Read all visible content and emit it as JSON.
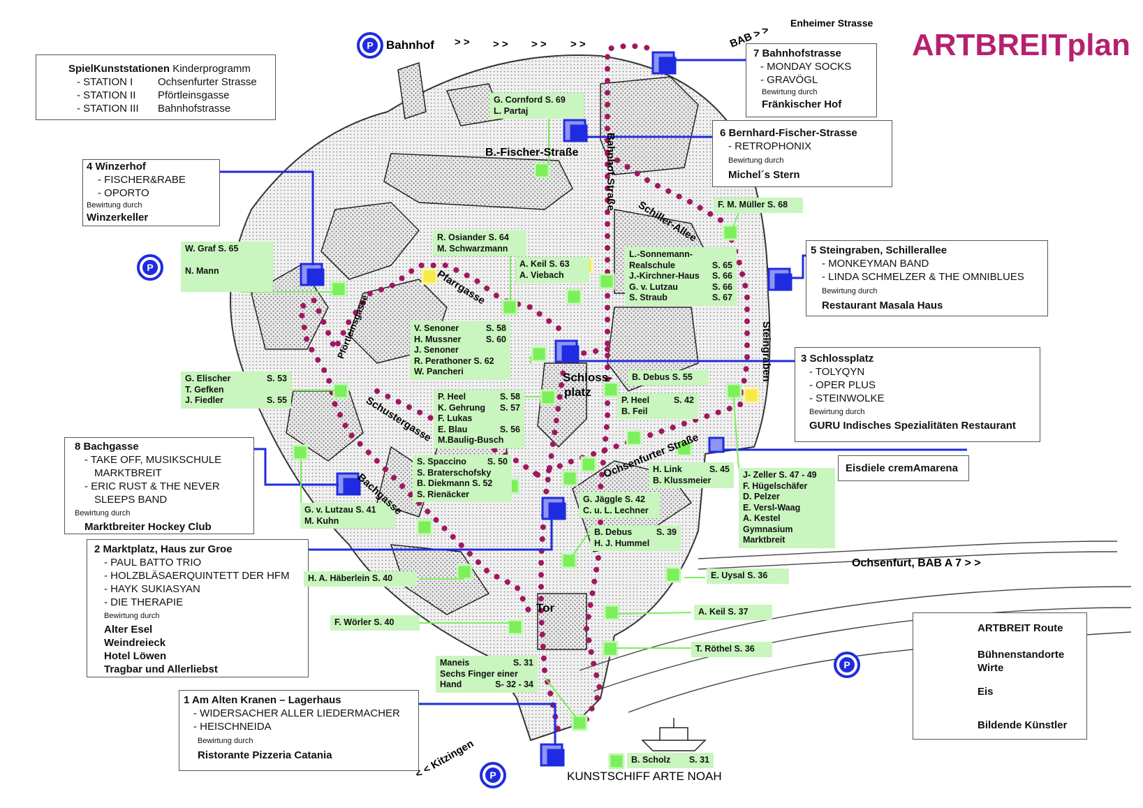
{
  "title": "ARTBREITplan",
  "colors": {
    "route": "#a0175f",
    "stage": "#1f2be0",
    "artist": "#7bf05a",
    "station": "#f7e94a",
    "title": "#b5216f"
  },
  "stations_box": {
    "heading": "SpielKunststationen",
    "heading_note": "Kinderprogramm",
    "rows": [
      {
        "name": "- STATION I",
        "place": "Ochsenfurter Strasse"
      },
      {
        "name": "- STATION II",
        "place": "Pförtleinsgasse"
      },
      {
        "name": "- STATION III",
        "place": "Bahnhofstrasse"
      }
    ]
  },
  "venues": {
    "v1": {
      "title": "1 Am Alten Kranen – Lagerhaus",
      "acts": [
        "- WIDERSACHER ALLER LIEDERMACHER",
        "- HEISCHNEIDA"
      ],
      "catering_label": "Bewirtung durch",
      "hosts": [
        "Ristorante Pizzeria Catania"
      ]
    },
    "v2": {
      "title": "2 Marktplatz, Haus zur Groe",
      "acts": [
        "- PAUL BATTO TRIO",
        "- HOLZBLÄSAERQUINTETT DER HFM",
        "- HAYK SUKIASYAN",
        "- DIE THERAPIE"
      ],
      "catering_label": "Bewirtung durch",
      "hosts": [
        "Alter Esel",
        "Weindreieck",
        "Hotel Löwen",
        "Tragbar und Allerliebst"
      ]
    },
    "v3": {
      "title": "3 Schlossplatz",
      "acts": [
        "- TOLYQYN",
        "- OPER PLUS",
        "- STEINWOLKE"
      ],
      "catering_label": "Bewirtung durch",
      "hosts": [
        "GURU Indisches Spezialitäten Restaurant"
      ]
    },
    "v4": {
      "title": "4 Winzerhof",
      "acts": [
        "- FISCHER&RABE",
        "- OPORTO"
      ],
      "catering_label": "Bewirtung durch",
      "hosts": [
        "Winzerkeller"
      ]
    },
    "v5": {
      "title": "5 Steingraben, Schillerallee",
      "acts": [
        "- MONKEYMAN BAND",
        "- LINDA SCHMELZER & THE OMNIBLUES"
      ],
      "catering_label": "Bewirtung durch",
      "hosts": [
        "Restaurant Masala Haus"
      ]
    },
    "v6": {
      "title": "6 Bernhard-Fischer-Strasse",
      "acts": [
        "- RETROPHONIX"
      ],
      "catering_label": "Bewirtung durch",
      "hosts": [
        "Michel´s Stern"
      ]
    },
    "v7": {
      "title": "7 Bahnhofstrasse",
      "acts": [
        "- MONDAY SOCKS",
        "- GRAVÖGL"
      ],
      "catering_label": "Bewirtung durch",
      "hosts": [
        "Fränkischer Hof"
      ]
    },
    "v8": {
      "title": "8 Bachgasse",
      "acts": [
        "- TAKE OFF, MUSIKSCHULE",
        "MARKTBREIT",
        "- ERIC RUST & THE NEVER",
        "SLEEPS BAND"
      ],
      "catering_label": "Bewirtung durch",
      "hosts": [
        "Marktbreiter Hockey Club"
      ]
    }
  },
  "eisdiele": "Eisdiele cremAmarena",
  "artists": {
    "cornford": [
      [
        "G. Cornford S. 69",
        ""
      ],
      [
        "L. Partaj",
        ""
      ]
    ],
    "graf": [
      [
        "W. Graf  S. 65",
        ""
      ],
      [
        "",
        ""
      ],
      [
        "N. Mann",
        ""
      ]
    ],
    "osiander": [
      [
        "R. Osiander  S. 64",
        ""
      ],
      [
        "M. Schwarzmann",
        ""
      ]
    ],
    "keil63": [
      [
        "A. Keil  S. 63",
        ""
      ],
      [
        "A. Viebach",
        ""
      ]
    ],
    "sonnemann": [
      [
        "L.-Sonnemann-",
        ""
      ],
      [
        "Realschule",
        "S. 65"
      ],
      [
        "J.-Kirchner-Haus",
        "S. 66"
      ],
      [
        "G. v. Lutzau",
        "S. 66"
      ],
      [
        "S. Straub",
        "S. 67"
      ]
    ],
    "mueller": [
      [
        "F. M. Müller  S. 68",
        ""
      ]
    ],
    "senoner": [
      [
        "V. Senoner",
        "S. 58"
      ],
      [
        "H. Mussner",
        "S. 60"
      ],
      [
        "J. Senoner",
        ""
      ],
      [
        "R. Perathoner S. 62",
        ""
      ],
      [
        "W. Pancheri",
        ""
      ]
    ],
    "elischer": [
      [
        "G. Elischer",
        "S. 53"
      ],
      [
        "T. Gefken",
        ""
      ],
      [
        "J. Fiedler",
        "S. 55"
      ]
    ],
    "heel58": [
      [
        "P. Heel",
        "S. 58"
      ],
      [
        "K. Gehrung",
        "S. 57"
      ],
      [
        "F. Lukas",
        ""
      ],
      [
        "E. Blau",
        "S. 56"
      ],
      [
        "M.Baulig-Busch",
        ""
      ]
    ],
    "debus55": [
      [
        "B. Debus  S. 55",
        ""
      ]
    ],
    "heel42": [
      [
        "P. Heel",
        "S. 42"
      ],
      [
        "B. Feil",
        ""
      ]
    ],
    "spaccino": [
      [
        "S. Spaccino",
        "S. 50"
      ],
      [
        "S. Braterschofsky",
        ""
      ],
      [
        "B. Diekmann  S. 52",
        ""
      ],
      [
        "S. Rienäcker",
        ""
      ]
    ],
    "link": [
      [
        "H. Link",
        "S. 45"
      ],
      [
        "B. Klussmeier",
        ""
      ]
    ],
    "zeller": [
      [
        "J- Zeller  S. 47 - 49",
        ""
      ],
      [
        "F. Hügelschäfer",
        ""
      ],
      [
        "D. Pelzer",
        ""
      ],
      [
        "E. Versl-Waag",
        ""
      ],
      [
        "A. Kestel",
        ""
      ],
      [
        "Gymnasium",
        ""
      ],
      [
        "Marktbreit",
        ""
      ]
    ],
    "jaeggle": [
      [
        "G. Jäggle  S. 42",
        ""
      ],
      [
        "C. u. L. Lechner",
        ""
      ]
    ],
    "lutzau41": [
      [
        "G. v. Lutzau  S. 41",
        ""
      ],
      [
        "M. Kuhn",
        ""
      ]
    ],
    "debus39": [
      [
        "B. Debus",
        "S. 39"
      ],
      [
        "H. J. Hummel",
        ""
      ]
    ],
    "haeberlein": [
      [
        "H. A. Häberlein  S. 40",
        ""
      ]
    ],
    "uysal": [
      [
        "E. Uysal  S. 36",
        ""
      ]
    ],
    "keil37": [
      [
        "A. Keil  S. 37",
        ""
      ]
    ],
    "woerler": [
      [
        "F. Wörler  S. 40",
        ""
      ]
    ],
    "roethel": [
      [
        "T. Röthel  S. 36",
        ""
      ]
    ],
    "maneis": [
      [
        "Maneis",
        "S. 31"
      ],
      [
        "Sechs Finger einer",
        ""
      ],
      [
        "Hand",
        "S- 32 - 34"
      ]
    ],
    "scholz": [
      [
        "B.  Scholz",
        "S. 31"
      ]
    ]
  },
  "streets": {
    "fischer": "B.-Fischer-Straße",
    "bahnhof": "Bahnhof Straße",
    "schiller": "Schiller-Allee",
    "steingraben": "Steingraben",
    "pfarr": "Pfarrgasse",
    "pfoertlein": "Pförtleinsgasse",
    "schuster": "Schustergasse",
    "bach": "Bachgasse",
    "schloss1": "Schloss-",
    "schloss2": "platz",
    "ochsenfurter": "Ochsenfurter Straße",
    "tor": "Tor",
    "bahnhof_label": "Bahnhof",
    "enheimer": "Enheimer Strasse",
    "bab": "BAB > >",
    "ochsenfurt_bab": "Ochsenfurt, BAB A 7  > >",
    "kitzingen": "< < Kitzingen",
    "kunstschiff": "KUNSTSCHIFF ARTE NOAH",
    "arrows": ">  >"
  },
  "legend": {
    "route": "ARTBREIT Route",
    "stage": "Bühnenstandorte Wirte",
    "eis": "Eis",
    "artists": "Bildende Künstler"
  }
}
